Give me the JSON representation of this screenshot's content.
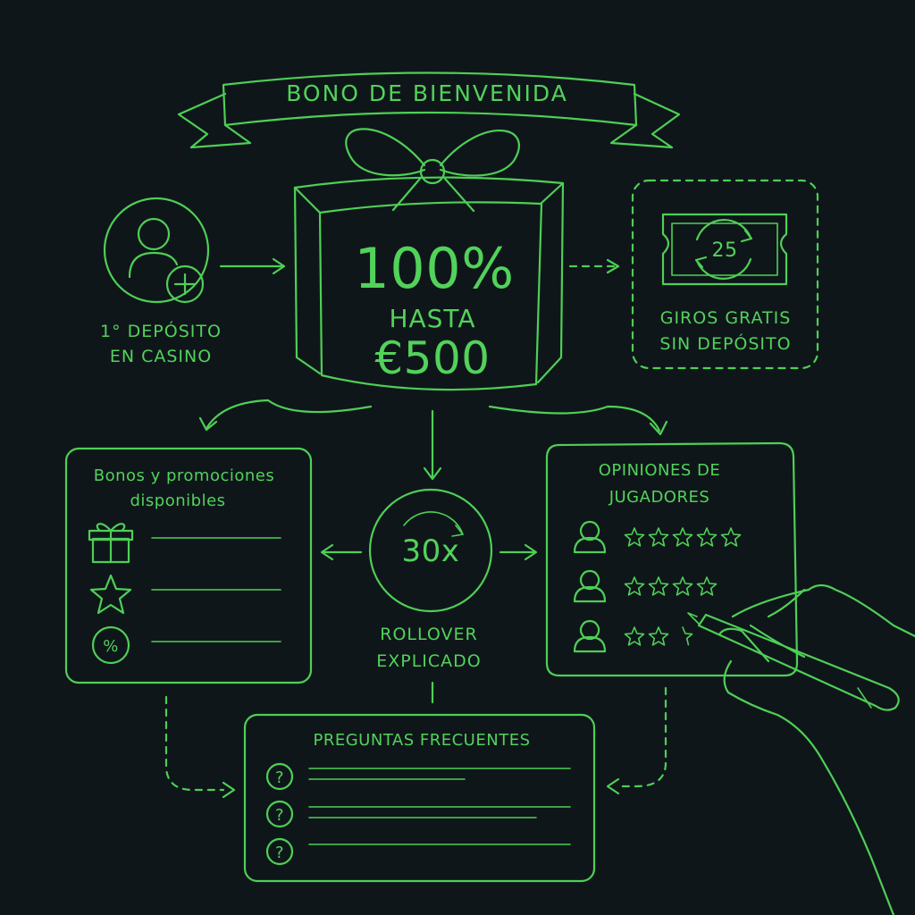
{
  "ribbon": {
    "title": "BONO DE BIENVENIDA"
  },
  "gift": {
    "percent": "100%",
    "up_to": "HASTA",
    "amount": "€500"
  },
  "deposit": {
    "line1": "1° DEPÓSITO",
    "line2": "EN CASINO"
  },
  "free_spins": {
    "count": "25",
    "line1": "GIROS GRATIS",
    "line2": "SIN DEPÓSITO"
  },
  "bonuses": {
    "line1": "Bonos y promociones",
    "line2": "disponibles",
    "items": [
      "gift",
      "star",
      "%"
    ]
  },
  "rollover": {
    "multiplier": "30x",
    "line1": "ROLLOVER",
    "line2": "EXPLICADO"
  },
  "reviews": {
    "line1": "OPINIONES DE",
    "line2": "JUGADORES",
    "ratings": [
      5,
      4,
      2.5
    ]
  },
  "faq": {
    "title": "PREGUNTAS FRECUENTES",
    "icon": "?"
  },
  "colors": {
    "ink": "#4ecf55",
    "background": "#0f161a"
  }
}
